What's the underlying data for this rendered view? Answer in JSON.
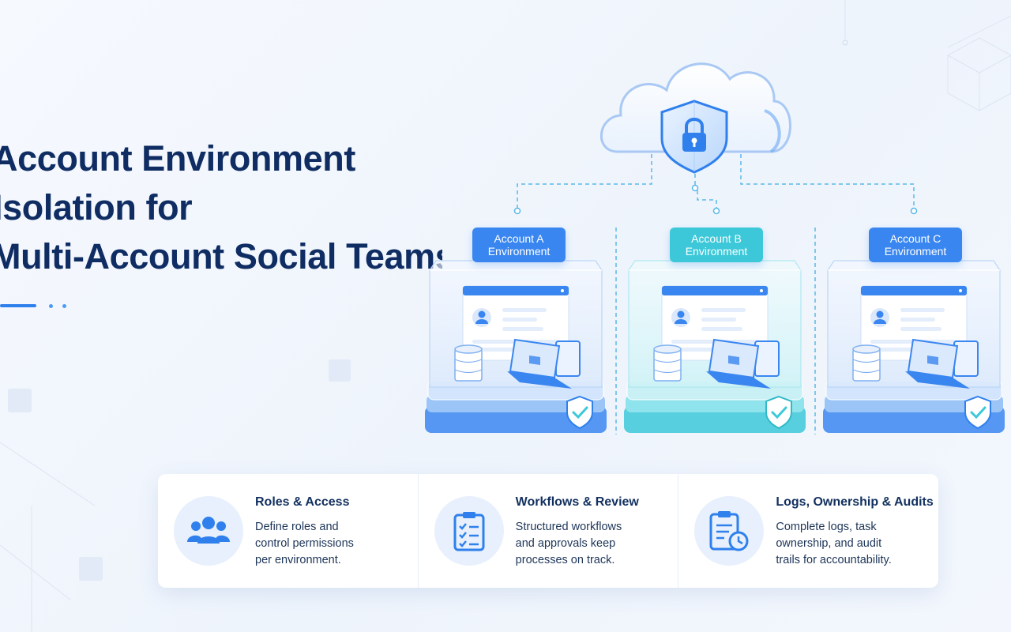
{
  "title": {
    "line1": "Account Environment",
    "line2": "Isolation for",
    "line3": "Multi-Account Social Teams"
  },
  "environments": [
    {
      "line1": "Account A",
      "line2": "Environment",
      "color": "#3a86f0"
    },
    {
      "line1": "Account B",
      "line2": "Environment",
      "color": "#3cc8d8"
    },
    {
      "line1": "Account C",
      "line2": "Environment",
      "color": "#3a86f0"
    }
  ],
  "features": [
    {
      "title": "Roles & Access",
      "desc": [
        "Define roles and",
        "control permissions",
        "per environment."
      ],
      "icon": "users-icon"
    },
    {
      "title": "Workflows & Review",
      "desc": [
        "Structured workflows",
        "and approvals keep",
        "processes on track."
      ],
      "icon": "clipboard-checklist-icon"
    },
    {
      "title": "Logs, Ownership & Audits",
      "desc": [
        "Complete logs, task",
        "ownership, and audit",
        "trails for accountability."
      ],
      "icon": "log-clock-icon"
    }
  ],
  "colors": {
    "primary": "#2f80ed",
    "teal": "#3cc8d8",
    "navy": "#0f2d63",
    "background": "#f3f7fd"
  }
}
